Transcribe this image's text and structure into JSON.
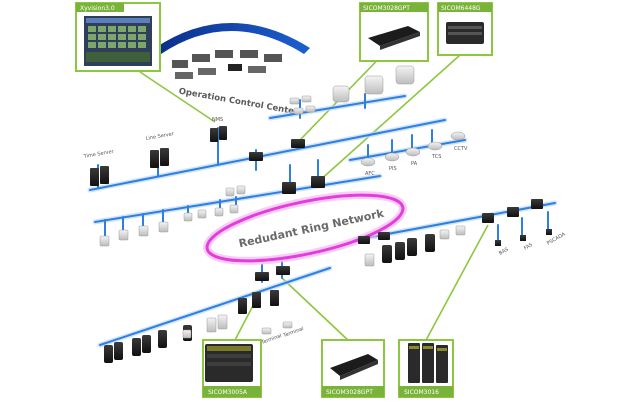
{
  "title_center": "Operation Control Center",
  "ring_label": "Redudant Ring Network",
  "product_boxes": {
    "xyvision": "Xyvision3.0",
    "top_center": "SICOM3028GPT",
    "top_right": "SICOM6448G",
    "bottom_left": "SICOM3005A",
    "bottom_center": "SICOM3028GPT",
    "bottom_right": "SICOM3016"
  },
  "node_labels": {
    "nms": "NMS",
    "time_server": "Time Server",
    "line_server": "Line Server",
    "afc": "AFC",
    "pis": "PIS",
    "pa": "PA",
    "tcs": "TCS",
    "cctv": "CCTV",
    "bas": "BAS",
    "fas": "FAS",
    "pscada": "PSCADA",
    "terminal1": "Terminal",
    "terminal2": "Terminal"
  },
  "colors": {
    "network_line": "#2f7fe0",
    "network_glow": "#bcd8ff",
    "ring": "#e33ddc",
    "callout_green": "#8dc63f",
    "box_green": "#79b33a",
    "device_dark": "#1c1c1c"
  }
}
